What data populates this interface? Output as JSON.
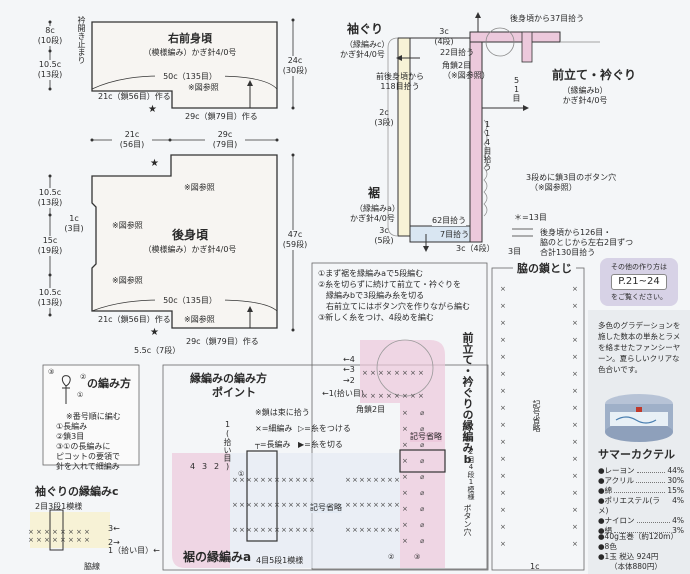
{
  "right_front": {
    "title": "右前身頃",
    "sub": "（模様編み）かぎ針4/0号",
    "collar_stop": "衿開き止まり",
    "left_top": [
      "8c",
      "(10段)"
    ],
    "left_mid": [
      "10.5c",
      "(13段)"
    ],
    "right": [
      "24c",
      "(30段)"
    ],
    "width": "50c（135目）",
    "chain_left": "21c（鎖56目）作る",
    "chain_right": "29c（鎖79目）作る",
    "ref": "※図参照",
    "star": "★"
  },
  "back": {
    "title": "後身頃",
    "sub": "（模様編み）かぎ針4/0号",
    "top_left": [
      "21c",
      "(56目)"
    ],
    "top_right": [
      "29c",
      "(79目)"
    ],
    "left_a": [
      "10.5c",
      "(13段)"
    ],
    "left_b": [
      "1c",
      "(3目)"
    ],
    "left_c": [
      "15c",
      "(19段)"
    ],
    "left_d": [
      "10.5c",
      "(13段)"
    ],
    "right": [
      "47c",
      "(59段)"
    ],
    "width": "50c（135目）",
    "chain_left": "21c（鎖56目）作る",
    "chain_right": "29c（鎖79目）作る",
    "bottom": "5.5c（7段）",
    "ref": "※図参照",
    "star": "★"
  },
  "edging_diagram": {
    "sleeve_title": "袖ぐり",
    "sleeve_sub1": "（縁編みc）",
    "sleeve_sub2": "かぎ針4/0号",
    "sleeve_pick": "前後身頃から\n118目拾う",
    "sleeve_depth": [
      "2c",
      "(3段)"
    ],
    "top_depth": [
      "3c",
      "(4段)"
    ],
    "pick22": "22目拾う",
    "corner": "角鎖2目",
    "corner_ref": "（※図参照）",
    "back_pick": "後身頃から37目拾う",
    "front_title": "前立て・衿ぐり",
    "front_sub1": "（縁編みb）",
    "front_sub2": "かぎ針4/0号",
    "pick51": "51目",
    "pick114": "114目拾う",
    "hem_title": "裾",
    "hem_sub1": "（縁編みa）",
    "hem_sub2": "かぎ針4/0号",
    "hem_depth": [
      "3c",
      "(5段)"
    ],
    "pick62": "62目拾う",
    "pick7": "7目拾う",
    "bottom_depth": "3c（4段）",
    "three": "3目",
    "buttonhole": "3段めに鎖3目のボタン穴",
    "buttonhole_ref": "（※図参照）",
    "star13": "＊=13目",
    "total1": "後身頃から126目・",
    "total2": "脇のとじから左右2目ずつ",
    "total3": "合計130目拾う"
  },
  "info_badge": {
    "line1": "その他の作り方は",
    "pages": "P.21~24",
    "line2": "をご覧ください。"
  },
  "steps": [
    "①まず裾を縁編みaで5段編む",
    "②糸を切らずに続けて前立て・衿ぐりを",
    "　縁編みbで3段編み糸を切る",
    "　右前立てにはボタン穴を作りながら編む",
    "③新しく糸をつけ、4段めを編む"
  ],
  "picot": {
    "title": "の編み方",
    "labels": [
      "①",
      "②",
      "③"
    ],
    "lines": [
      "※番号順に編む",
      "①長編み",
      "②鎖3目",
      "③①の長編みに",
      "ピコットの要領で",
      "針を入れて細編み"
    ]
  },
  "sleeve_edging": {
    "title": "袖ぐりの縁編みc",
    "repeat": "2目3段1模様",
    "rows": [
      "3←",
      "2→",
      "1（拾い目）←"
    ],
    "side_seam": "脇線"
  },
  "edging_points": {
    "title1": "縁編みの編み方",
    "title2": "ポイント",
    "note": "※鎖は束に拾う",
    "legend_sc": "×=細編み",
    "legend_join": "▷=糸をつける",
    "legend_dc": "┬=長編み",
    "legend_cut": "▶=糸を切る",
    "rows_top": [
      "←4",
      "←3",
      "→2",
      "←1(拾い目)"
    ],
    "corner": "角鎖2目",
    "omit": "記号省略",
    "omit2": "記号省略",
    "pick_label": "1(拾い目)",
    "row_nums": [
      "4",
      "3",
      "2"
    ],
    "markers": [
      "①",
      "②",
      "③"
    ],
    "hem_title": "裾の縁編みa",
    "hem_repeat": "4目5段1模様",
    "front_title": "前立て・衿ぐりの縁編みb",
    "front_repeat": "2目4段1模様",
    "buttonhole": "ボタン穴"
  },
  "side_seam": {
    "title": "脇の鎖とじ",
    "omit": "記号省略",
    "bottom": "1c"
  },
  "yarn": {
    "description": "多色のグラデーションを施した数本の単糸とラメを絡ませたファンシーヤーン。夏らしいクリアな色合いです。",
    "name": "サマーカクテル",
    "composition": [
      {
        "fiber": "レーヨン",
        "pct": "44%"
      },
      {
        "fiber": "アクリル",
        "pct": "30%"
      },
      {
        "fiber": "綿",
        "pct": "15%"
      },
      {
        "fiber": "ポリエステル(ラメ)",
        "pct": "4%"
      },
      {
        "fiber": "ナイロン",
        "pct": "4%"
      },
      {
        "fiber": "絹",
        "pct": "3%"
      }
    ],
    "weight": "40g玉巻（約120m）",
    "colors": "8色",
    "price": "1玉 税込 924円",
    "price_base": "（本体880円）"
  },
  "colors": {
    "pink": "#ecc9dc",
    "cream": "#f7f2d6",
    "light_blue": "#d9e6f2",
    "purple_badge": "#d7d2e6",
    "line": "#333333"
  }
}
